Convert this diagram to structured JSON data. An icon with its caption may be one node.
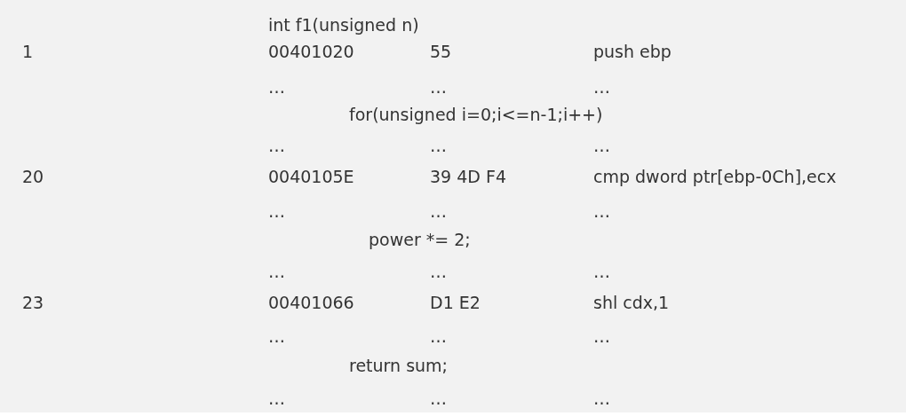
{
  "diagram": {
    "labels": [
      "int f1(unsigned n)",
      "1",
      "00401020",
      "55",
      "push ebp",
      "…",
      "…",
      "…",
      "for(unsigned i=0;i<=n-1;i++)",
      "…",
      "…",
      "…",
      "20",
      "0040105E",
      "39 4D F4",
      "cmp dword ptr[ebp-0Ch],ecx",
      "…",
      "…",
      "…",
      "power *= 2;",
      "…",
      "…",
      "…",
      "23",
      "00401066",
      "D1 E2",
      "shl cdx,1",
      "…",
      "…",
      "…",
      "return sum;",
      "…",
      "…",
      "…"
    ]
  }
}
